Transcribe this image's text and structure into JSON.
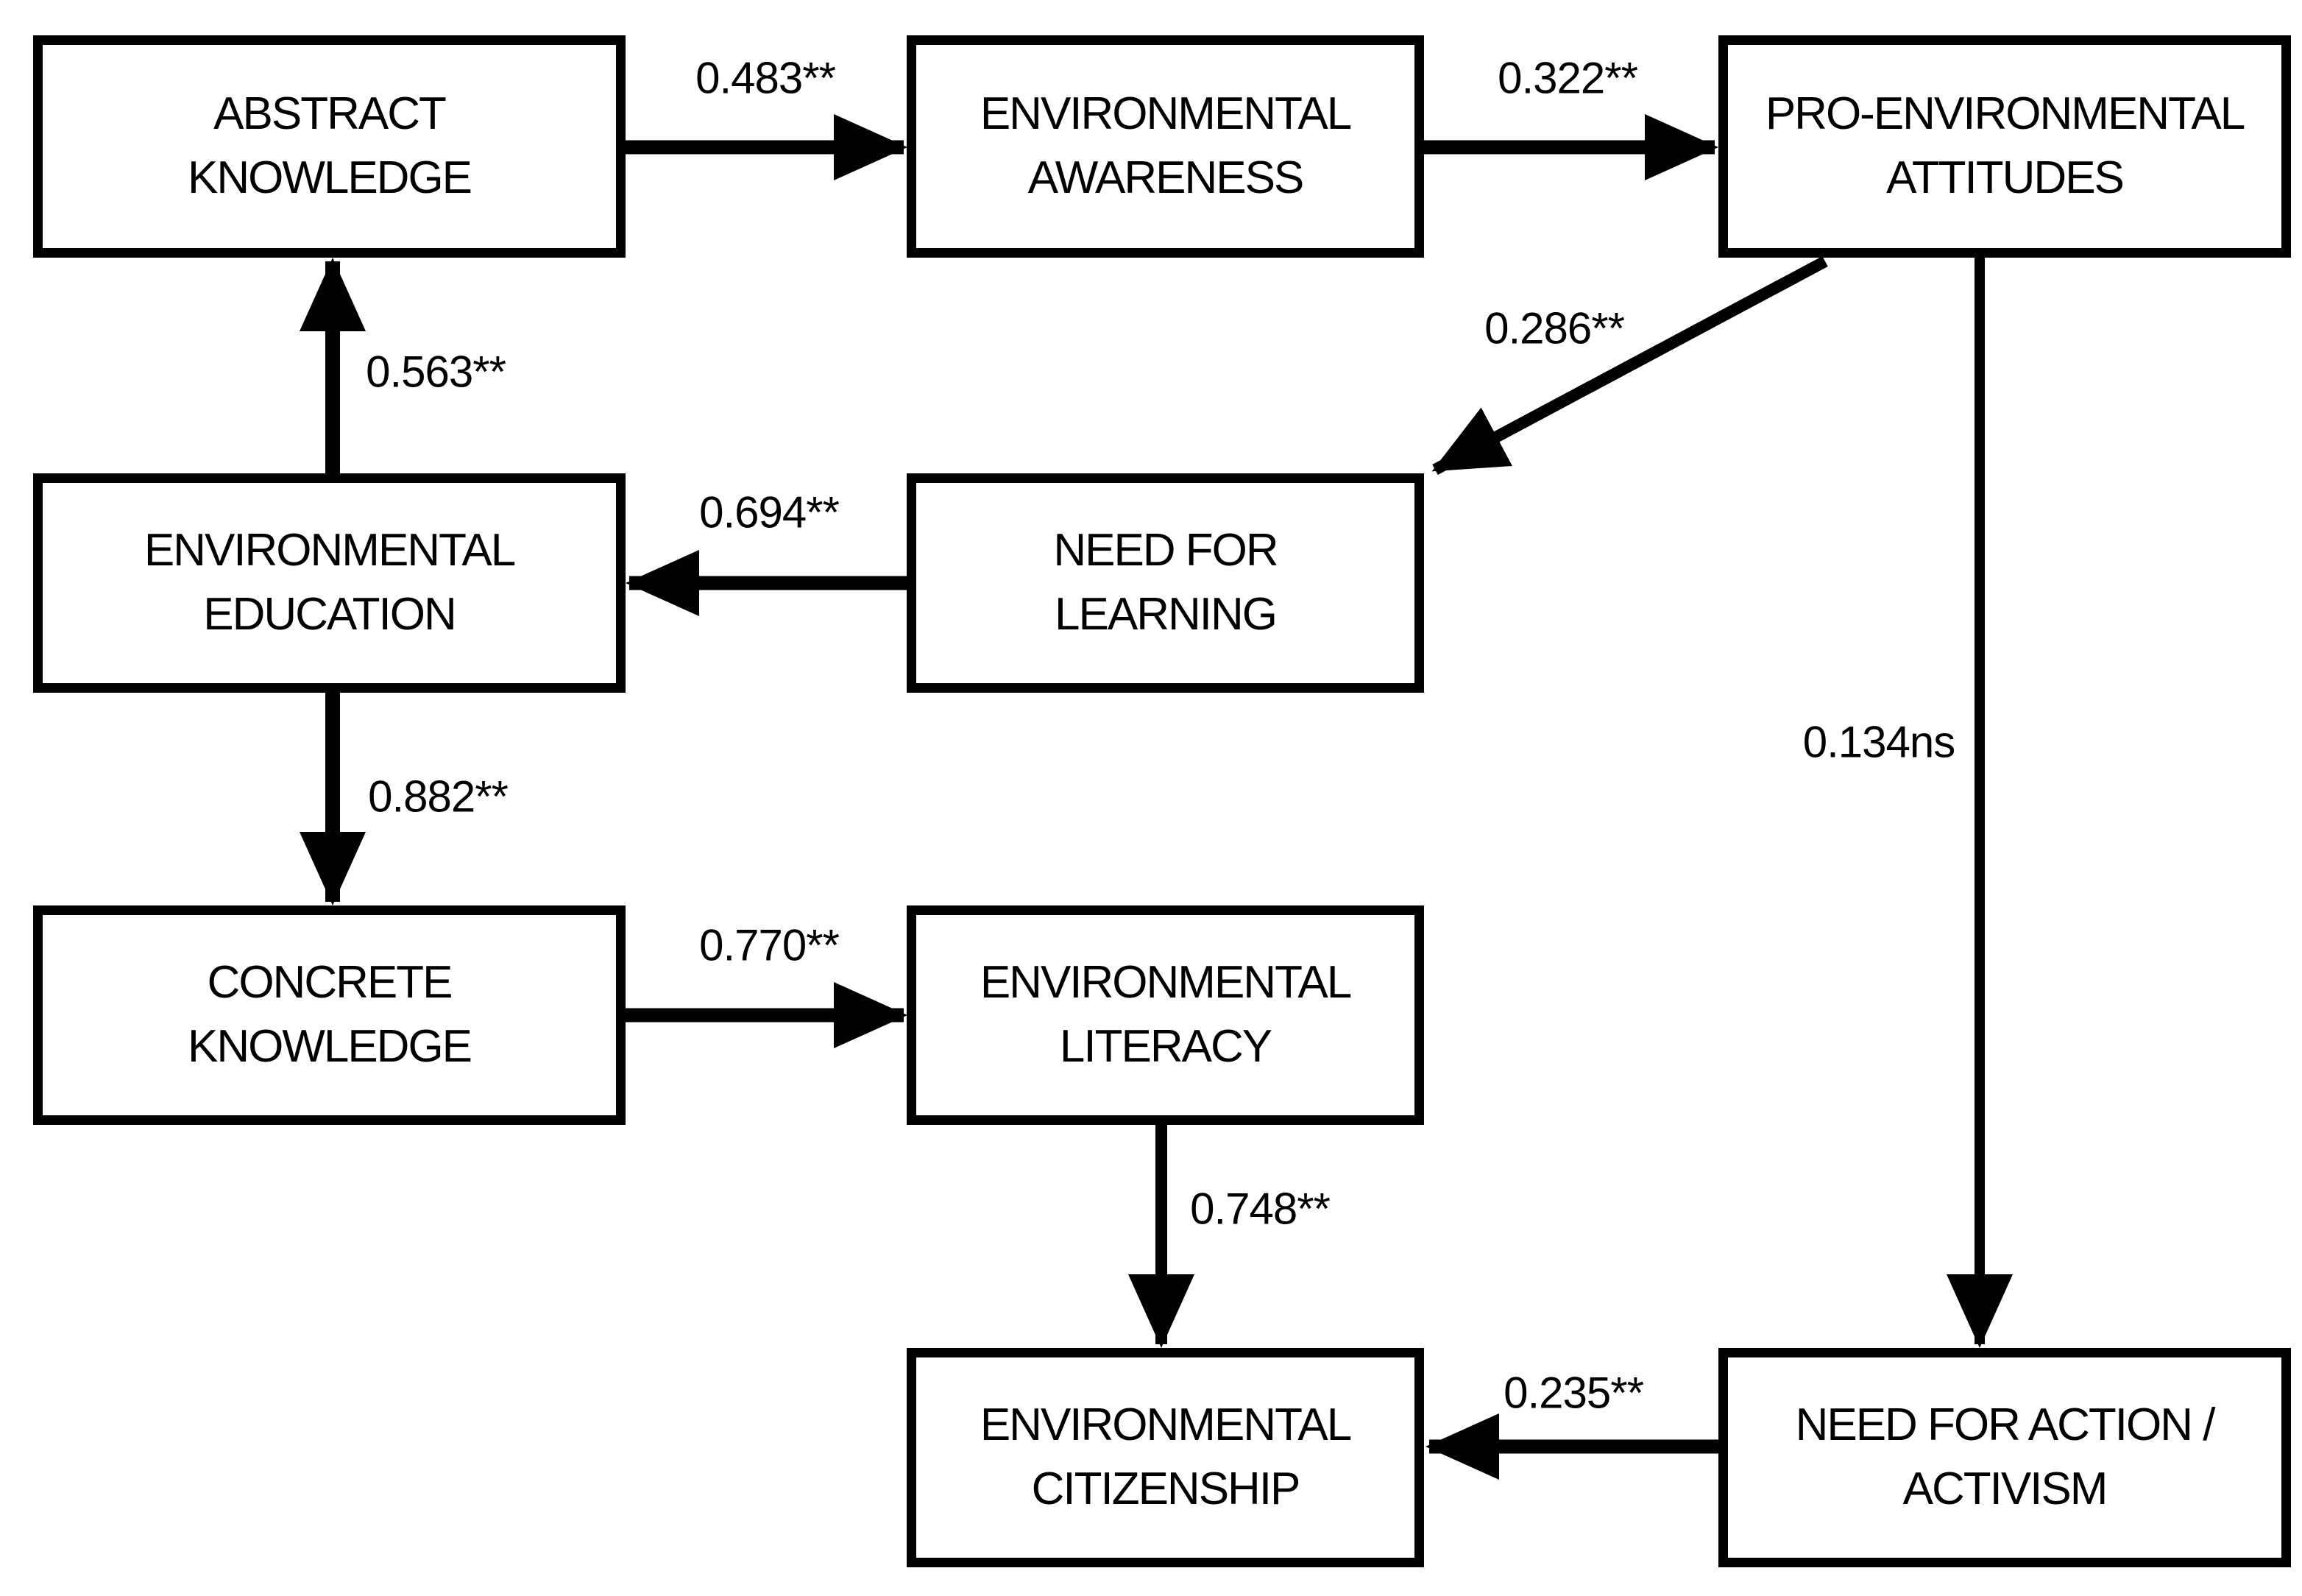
{
  "diagram": {
    "colors": {
      "line": "#000000",
      "background": "#ffffff",
      "text": "#000000"
    },
    "nodes": [
      {
        "id": "abstract-knowledge",
        "label": "ABSTRACT\nKNOWLEDGE"
      },
      {
        "id": "environmental-awareness",
        "label": "ENVIRONMENTAL\nAWARENESS"
      },
      {
        "id": "pro-environmental-attitudes",
        "label": "PRO-ENVIRONMENTAL\nATTITUDES"
      },
      {
        "id": "environmental-education",
        "label": "ENVIRONMENTAL\nEDUCATION"
      },
      {
        "id": "need-for-learning",
        "label": "NEED FOR\nLEARNING"
      },
      {
        "id": "concrete-knowledge",
        "label": "CONCRETE\nKNOWLEDGE"
      },
      {
        "id": "environmental-literacy",
        "label": "ENVIRONMENTAL\nLITERACY"
      },
      {
        "id": "environmental-citizenship",
        "label": "ENVIRONMENTAL\nCITIZENSHIP"
      },
      {
        "id": "need-for-action-activism",
        "label": "NEED FOR ACTION /\nACTIVISM"
      }
    ],
    "edges": [
      {
        "from": "abstract-knowledge",
        "to": "environmental-awareness",
        "label": "0.483**"
      },
      {
        "from": "environmental-awareness",
        "to": "pro-environmental-attitudes",
        "label": "0.322**"
      },
      {
        "from": "pro-environmental-attitudes",
        "to": "need-for-learning",
        "label": "0.286**"
      },
      {
        "from": "need-for-learning",
        "to": "environmental-education",
        "label": "0.694**"
      },
      {
        "from": "environmental-education",
        "to": "abstract-knowledge",
        "label": "0.563**"
      },
      {
        "from": "environmental-education",
        "to": "concrete-knowledge",
        "label": "0.882**"
      },
      {
        "from": "concrete-knowledge",
        "to": "environmental-literacy",
        "label": "0.770**"
      },
      {
        "from": "environmental-literacy",
        "to": "environmental-citizenship",
        "label": "0.748**"
      },
      {
        "from": "pro-environmental-attitudes",
        "to": "need-for-action-activism",
        "label": "0.134ns"
      },
      {
        "from": "need-for-action-activism",
        "to": "environmental-citizenship",
        "label": "0.235**"
      }
    ]
  }
}
